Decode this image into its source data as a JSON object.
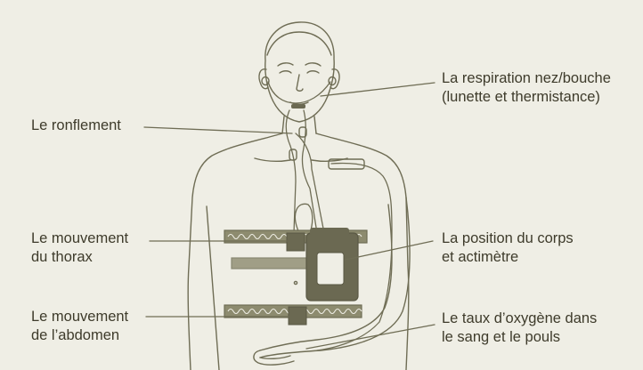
{
  "labels": {
    "snoring": {
      "lines": [
        "Le ronflement"
      ]
    },
    "breathing": {
      "lines": [
        "La respiration nez/bouche",
        "(lunette et thermistance)"
      ]
    },
    "thorax": {
      "lines": [
        "Le mouvement",
        "du thorax"
      ]
    },
    "body_position": {
      "lines": [
        "La position du corps",
        "et actimètre"
      ]
    },
    "abdomen": {
      "lines": [
        "Le mouvement",
        "de l’abdomen"
      ]
    },
    "oxygen": {
      "lines": [
        "Le taux d’oxygène dans",
        "le sang et le pouls"
      ]
    }
  },
  "colors": {
    "background": "#efeee5",
    "line_art": "#6f6d55",
    "belt_fill": "#8d8b6f",
    "sensor_fill": "#6b6952",
    "text": "#3e3b2b"
  }
}
